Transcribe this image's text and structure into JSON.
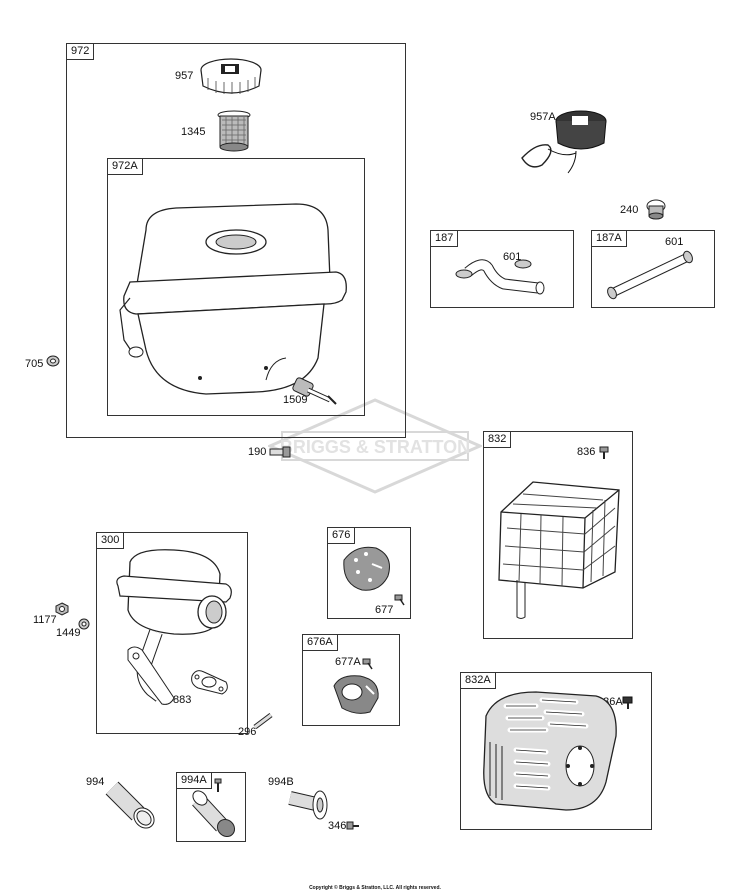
{
  "parts": {
    "p972": "972",
    "p957": "957",
    "p1345": "1345",
    "p972A": "972A",
    "p705": "705",
    "p1509": "1509",
    "p957A": "957A",
    "p240": "240",
    "p187": "187",
    "p601a": "601",
    "p187A": "187A",
    "p601b": "601",
    "p190": "190",
    "p832": "832",
    "p836": "836",
    "p300": "300",
    "p1177": "1177",
    "p1449": "1449",
    "p883": "883",
    "p676": "676",
    "p677": "677",
    "p676A": "676A",
    "p677A": "677A",
    "p296": "296",
    "p832A": "832A",
    "p836A": "836A",
    "p994": "994",
    "p994A": "994A",
    "p994B": "994B",
    "p346": "346"
  },
  "watermark": "BRIGGS & STRATTON",
  "copyright": "Copyright © Briggs & Stratton, LLC. All rights reserved."
}
